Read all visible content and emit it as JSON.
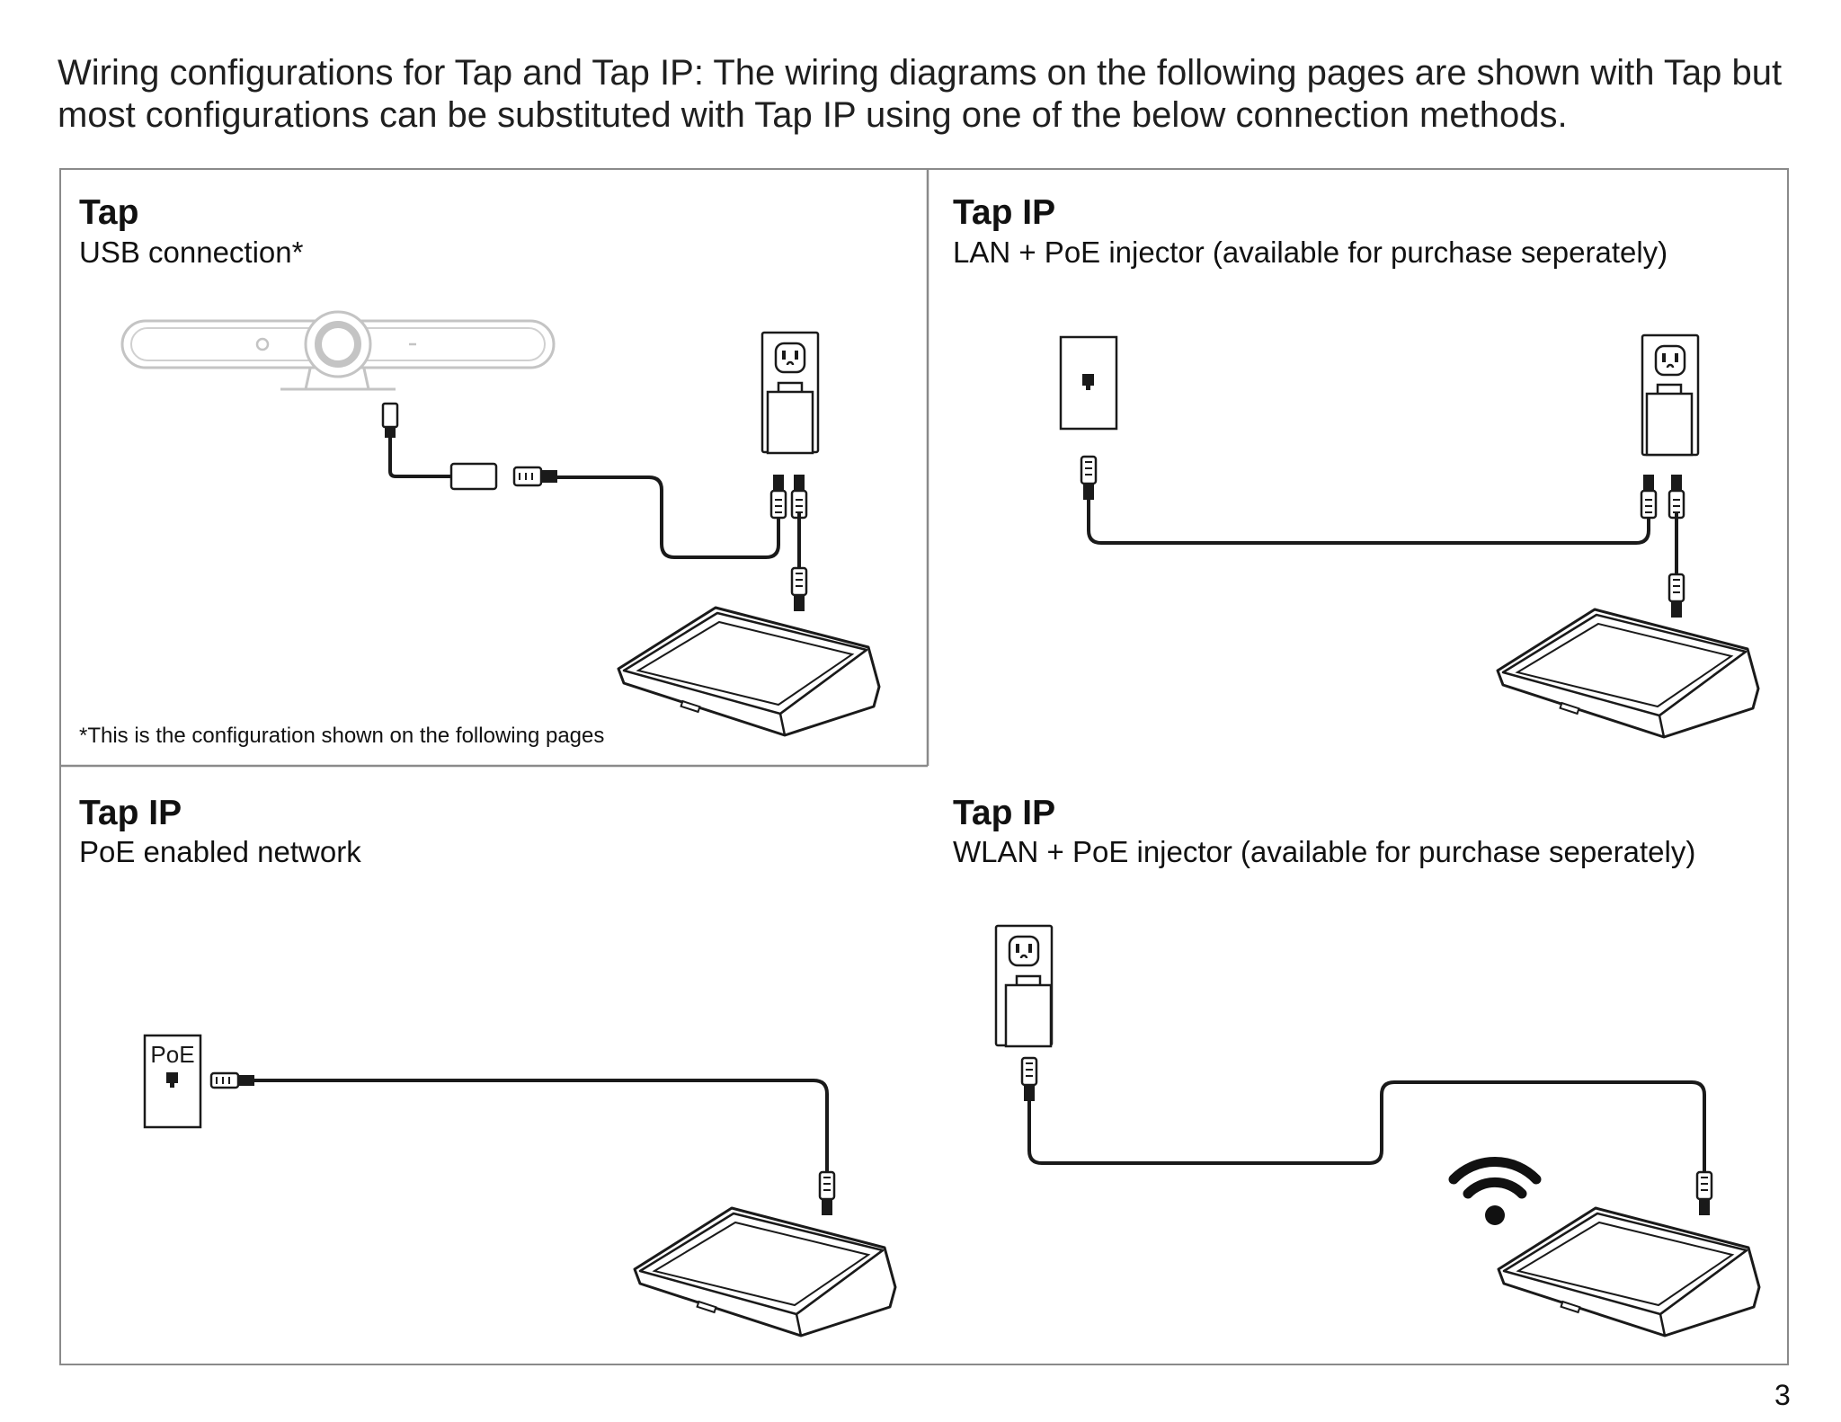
{
  "intro_text": "Wiring configurations for Tap and Tap IP:  The wiring diagrams on the following pages are shown with Tap but most configurations can be substituted with Tap IP using one of the below connection methods.",
  "panels": [
    {
      "title": "Tap",
      "subtitle": "USB connection*",
      "footnote": "*This is the configuration shown on the following pages"
    },
    {
      "title": "Tap IP",
      "subtitle": "LAN + PoE injector (available for purchase seperately)"
    },
    {
      "title": "Tap IP",
      "subtitle": "PoE enabled network",
      "wall_plate_label": "PoE"
    },
    {
      "title": "Tap IP",
      "subtitle": "WLAN + PoE injector (available for purchase seperately)"
    }
  ],
  "page_number": "3",
  "icons": [
    "camera-icon",
    "usb-plug-icon",
    "usb-adapter-icon",
    "rj45-plug-icon",
    "power-outlet-icon",
    "poe-injector-icon",
    "ethernet-wall-jack-icon",
    "poe-wall-jack-icon",
    "wifi-icon",
    "tap-controller-icon"
  ],
  "colors": {
    "line": "#1a1a1a",
    "camera": "#c4c4c4",
    "frame": "#8a8a8a"
  }
}
